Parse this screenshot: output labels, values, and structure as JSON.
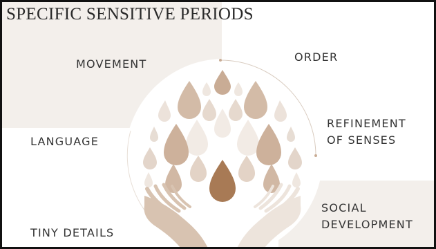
{
  "slide": {
    "title": "SPECIFIC SENSITIVE PERIODS"
  },
  "periods": {
    "movement": "MOVEMENT",
    "order": "ORDER",
    "language": "LANGUAGE",
    "refinement_line1": "REFINEMENT",
    "refinement_line2": "OF SENSES",
    "social_line1": "SOCIAL",
    "social_line2": "DEVELOPMENT",
    "tiny_details": "TINY DETAILS"
  },
  "colors": {
    "background_block": "#f3efeb",
    "leaf_dark": "#a87a55",
    "leaf_mid": "#c9ac95",
    "leaf_light": "#ece2da",
    "title_text": "#2a2a2a",
    "label_text": "#333333"
  },
  "graphic": {
    "icon": "tree-with-leaves-held-by-hands-icon"
  }
}
